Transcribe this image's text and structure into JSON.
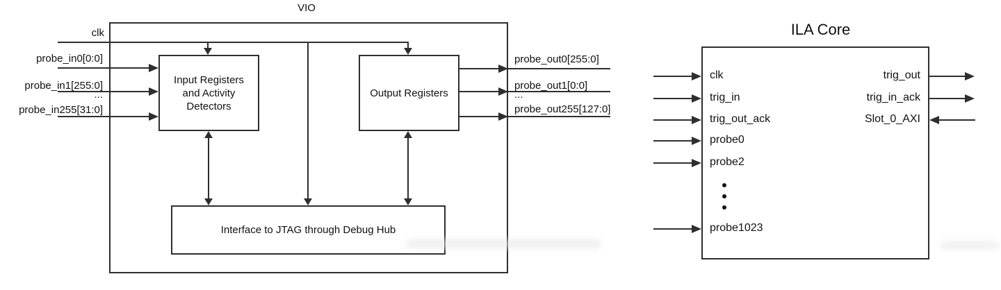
{
  "vio": {
    "title": "VIO",
    "clk_label": "clk",
    "input_ports": [
      {
        "label": "probe_in0[0:0]"
      },
      {
        "label": "probe_in1[255:0]"
      },
      {
        "label": "probe_in255[31:0]"
      }
    ],
    "input_ellipsis": "...",
    "output_ports": [
      {
        "label": "probe_out0[255:0]"
      },
      {
        "label": "probe_out1[0:0]"
      },
      {
        "label": "probe_out255[127:0]"
      }
    ],
    "output_ellipsis": "...",
    "blocks": {
      "input_registers": {
        "line1": "Input Registers",
        "line2": "and Activity",
        "line3": "Detectors"
      },
      "output_registers": {
        "label": "Output Registers"
      },
      "jtag": {
        "label": "Interface to JTAG through Debug Hub"
      }
    }
  },
  "ila": {
    "title": "ILA Core",
    "left_ports": [
      {
        "label": "clk"
      },
      {
        "label": "trig_in"
      },
      {
        "label": "trig_out_ack"
      },
      {
        "label": "probe0"
      },
      {
        "label": "probe2"
      },
      {
        "label": "probe1023"
      }
    ],
    "right_ports": [
      {
        "label": "trig_out",
        "direction": "out"
      },
      {
        "label": "trig_in_ack",
        "direction": "out"
      },
      {
        "label": "Slot_0_AXI",
        "direction": "in"
      }
    ]
  },
  "colors": {
    "line": "#2e2e2e",
    "text": "#111111",
    "background": "#ffffff"
  }
}
